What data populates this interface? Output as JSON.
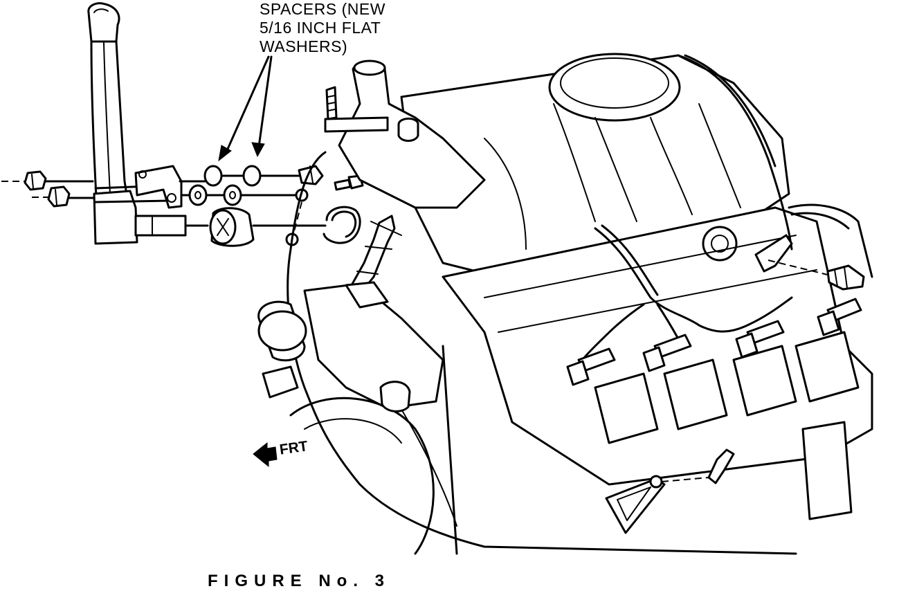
{
  "callout": {
    "lines": [
      "SPACERS (NEW",
      "5/16 INCH FLAT",
      "WASHERS)"
    ]
  },
  "direction_label": "FRT",
  "caption": "FIGURE No. 3",
  "icons": {
    "front_arrow": "arrow-left-icon"
  }
}
